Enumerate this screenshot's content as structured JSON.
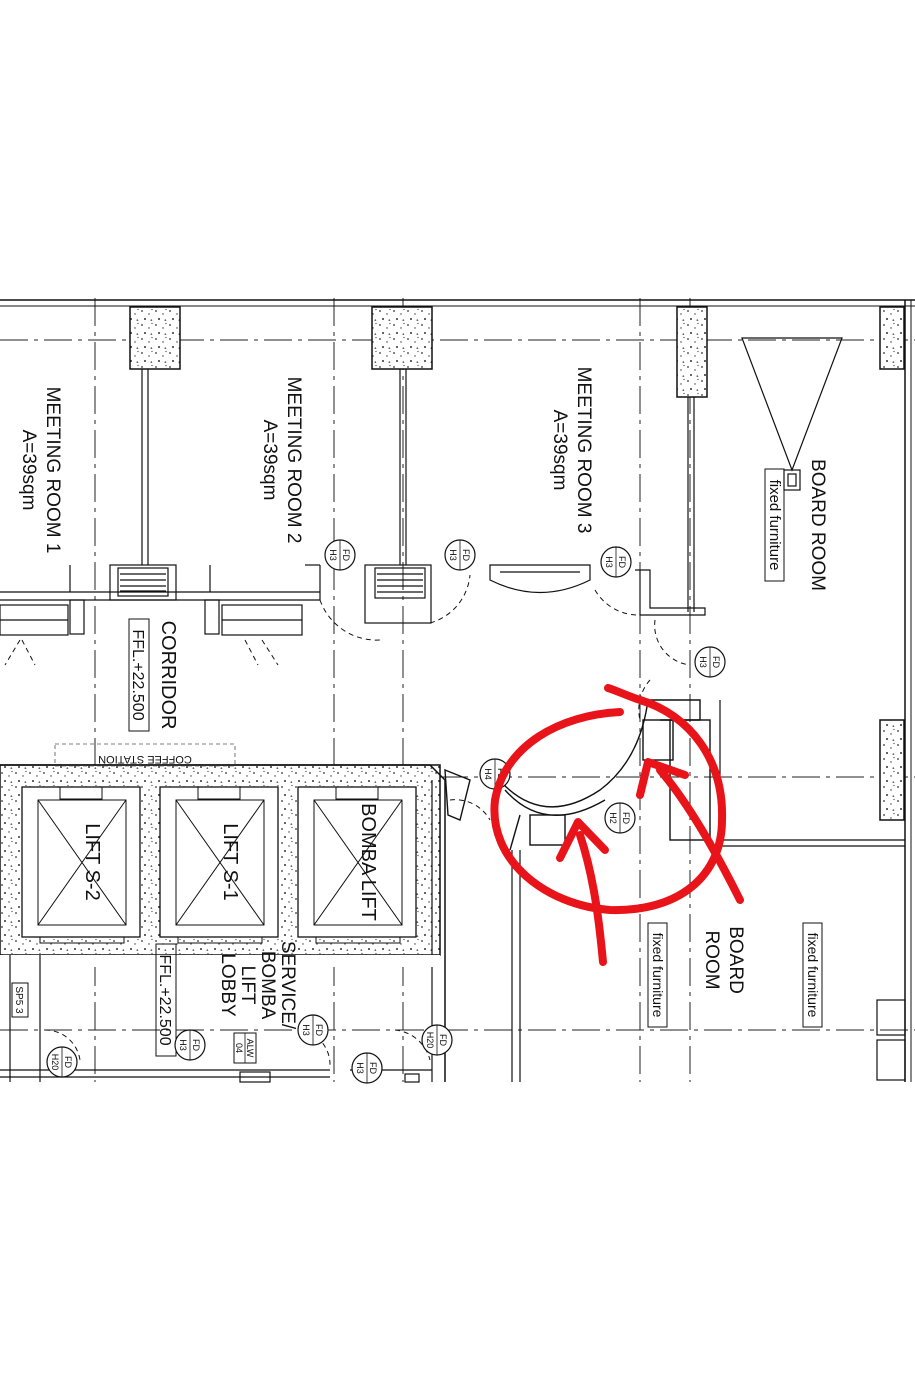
{
  "rooms": {
    "meeting_room_1": {
      "name": "MEETING ROOM 1",
      "area": "A=39sqm"
    },
    "meeting_room_2": {
      "name": "MEETING ROOM 2",
      "area": "A=39sqm"
    },
    "meeting_room_3": {
      "name": "MEETING ROOM 3",
      "area": "A=39sqm"
    },
    "board_room_top": {
      "name": "BOARD ROOM",
      "note": "fixed furniture"
    },
    "board_room_bottom": {
      "line1": "BOARD",
      "line2": "ROOM",
      "note": "fixed furniture",
      "note2": "fixed furniture"
    },
    "corridor": {
      "name": "CORRIDOR",
      "ffl": "FFL.+22.500"
    },
    "coffee_station": "COFFEE STATION",
    "lift_lobby": {
      "line1": "SERVICE/",
      "line2": "BOMBA",
      "line3": "LIFT",
      "line4": "LOBBY",
      "ffl": "FFL.+22.500"
    },
    "lifts": [
      "LIFT S-2",
      "LIFT S-1",
      "BOMBA LIFT"
    ]
  },
  "door_tags": [
    {
      "id": "fd-room1",
      "top": "FD",
      "bottom": "H3"
    },
    {
      "id": "fd-room2",
      "top": "FD",
      "bottom": "H3"
    },
    {
      "id": "fd-room3",
      "top": "FD",
      "bottom": "H3"
    },
    {
      "id": "fd-board",
      "top": "FD",
      "bottom": "H3"
    },
    {
      "id": "fd-lobby-a",
      "top": "FD",
      "bottom": "H4"
    },
    {
      "id": "fd-lobby-b",
      "top": "FD",
      "bottom": "H2"
    },
    {
      "id": "fd-service-a",
      "top": "FD",
      "bottom": "H3"
    },
    {
      "id": "fd-service-b",
      "top": "FD",
      "bottom": "H20"
    },
    {
      "id": "fd-stair",
      "top": "FD",
      "bottom": "H20"
    },
    {
      "id": "fd-lobby-c",
      "top": "FD",
      "bottom": "H3"
    },
    {
      "id": "fd-lobby-d",
      "top": "FD",
      "bottom": "H3"
    }
  ],
  "small_tags": {
    "alw": "ALW",
    "alw_num": "04",
    "sp": "SP5 3"
  },
  "markup": {
    "color": "#e8141a"
  }
}
